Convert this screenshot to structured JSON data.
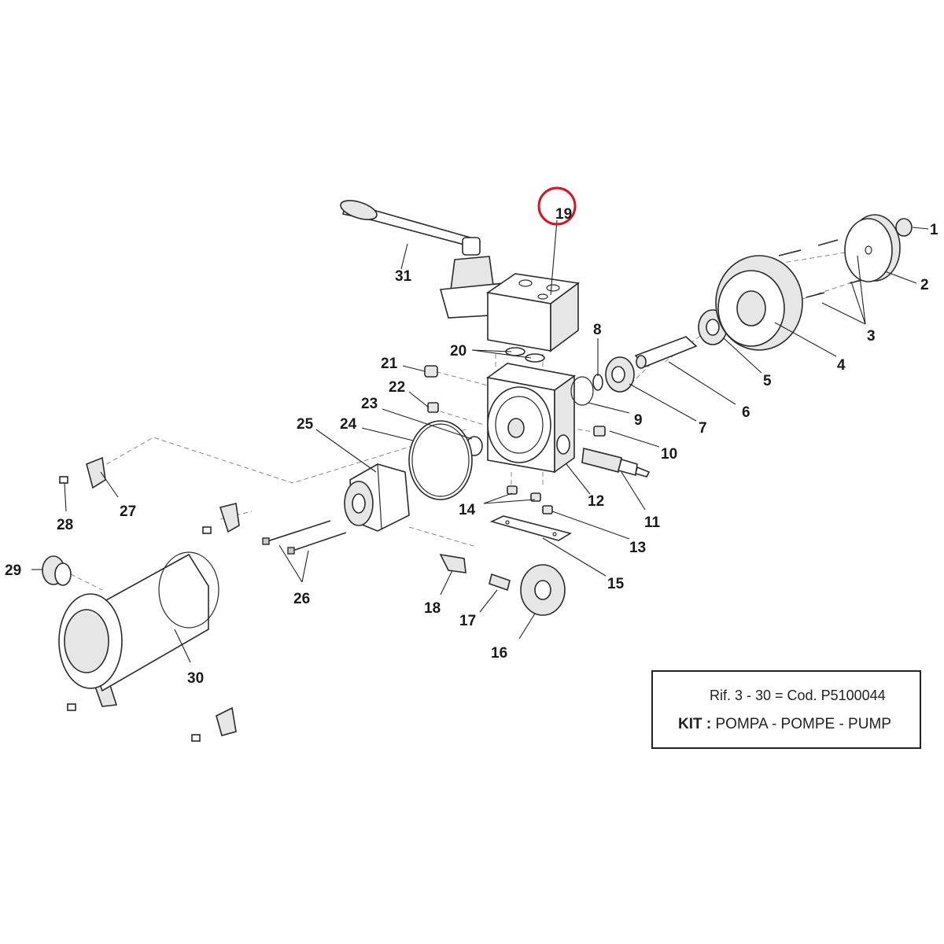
{
  "labels": {
    "l1": "1",
    "l2": "2",
    "l3": "3",
    "l4": "4",
    "l5": "5",
    "l6": "6",
    "l7": "7",
    "l8": "8",
    "l9": "9",
    "l10": "10",
    "l11": "11",
    "l12": "12",
    "l13": "13",
    "l14": "14",
    "l15": "15",
    "l16": "16",
    "l17": "17",
    "l18": "18",
    "l19": "19",
    "l20": "20",
    "l21": "21",
    "l22": "22",
    "l23": "23",
    "l24": "24",
    "l25": "25",
    "l26": "26",
    "l27": "27",
    "l28": "28",
    "l29": "29",
    "l30": "30",
    "l31": "31"
  },
  "highlight": {
    "part": "19",
    "color": "#d8141c"
  },
  "infobox": {
    "ref_text": "Rif. 3 - 30 = Cod. P5100044",
    "kit_label": "KIT :",
    "kit_text": "POMPA - POMPE - PUMP"
  }
}
